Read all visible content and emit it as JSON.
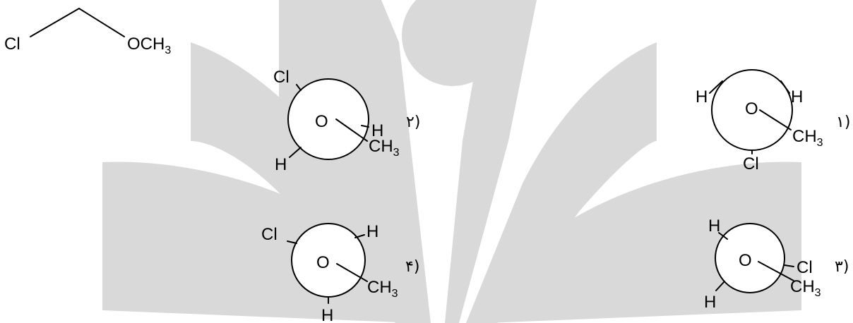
{
  "molecule": {
    "left_atom": "Cl",
    "right_group": "OCH",
    "right_sub": "3"
  },
  "options": [
    {
      "marker": "۱)",
      "center_atom": "O",
      "labels": {
        "top_left": "H",
        "top_right": "H",
        "right": "CH",
        "right_sub": "3",
        "bottom": "Cl"
      }
    },
    {
      "marker": "۲)",
      "center_atom": "O",
      "labels": {
        "top_left": "Cl",
        "right_top": "H",
        "right": "CH",
        "right_sub": "3",
        "bottom_left": "H"
      }
    },
    {
      "marker": "۳)",
      "center_atom": "O",
      "labels": {
        "top_left": "H",
        "right_top": "Cl",
        "right": "CH",
        "right_sub": "3",
        "bottom_left": "H"
      }
    },
    {
      "marker": "۴)",
      "center_atom": "O",
      "labels": {
        "top_left": "Cl",
        "top_right": "H",
        "right": "CH",
        "right_sub": "3",
        "bottom": "H"
      }
    }
  ]
}
